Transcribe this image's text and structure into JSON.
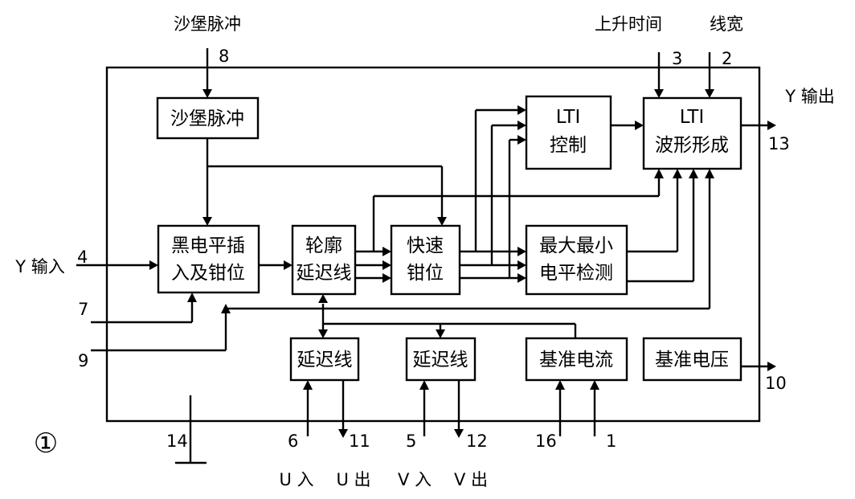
{
  "figure_number": "①",
  "blocks": {
    "sandcastle": [
      "沙堡脉冲"
    ],
    "black_level": [
      "黑电平插",
      "入及钳位"
    ],
    "contour_delay": [
      "轮廓",
      "延迟线"
    ],
    "fast_clamp": [
      "快速",
      "钳位"
    ],
    "lti_control": [
      "LTI",
      "控制"
    ],
    "lti_shaping": [
      "LTI",
      "波形形成"
    ],
    "maxmin": [
      "最大最小",
      "电平检测"
    ],
    "delay_u": [
      "延迟线"
    ],
    "delay_v": [
      "延迟线"
    ],
    "ref_current": [
      "基准电流"
    ],
    "ref_voltage": [
      "基准电压"
    ]
  },
  "signals": {
    "sandcastle_in": "沙堡脉冲",
    "rise_time": "上升时间",
    "line_width": "线宽",
    "y_out": "Y 输出",
    "y_in": "Y 输入",
    "u_in": "U 入",
    "u_out": "U 出",
    "v_in": "V 入",
    "v_out": "V 出"
  },
  "pins": {
    "sandcastle": "8",
    "rise_time": "3",
    "line_width": "2",
    "y_out": "13",
    "y_in": "4",
    "p7": "7",
    "p9": "9",
    "ref_voltage_out": "10",
    "ground": "14",
    "u_in": "6",
    "u_out": "11",
    "v_in": "5",
    "v_out": "12",
    "p16": "16",
    "p1": "1"
  }
}
